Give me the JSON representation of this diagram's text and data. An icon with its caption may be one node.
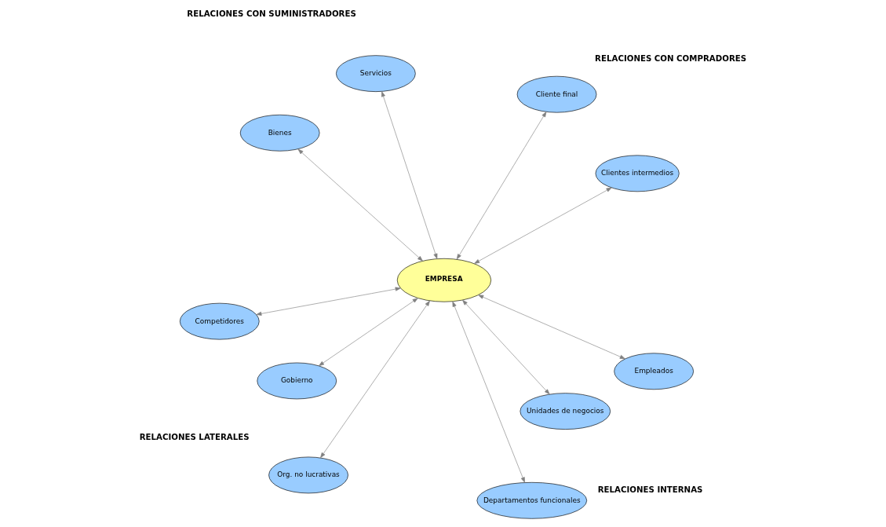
{
  "diagram": {
    "nodes": [
      {
        "text": [
          "Bienes"
        ]
      },
      {
        "text": [
          "Servicios"
        ]
      },
      {
        "text": [
          "Unidades de negocios"
        ]
      },
      {
        "text": [
          "Competidores"
        ]
      },
      {
        "text": [
          "Empleados"
        ]
      },
      {
        "text": [
          "EMPRESA"
        ]
      },
      {
        "text": [
          "Org. no lucrativas"
        ]
      },
      {
        "text": [
          "Departamentos funcionales"
        ]
      },
      {
        "text": [
          "Gobierno"
        ]
      },
      {
        "text": [
          "Clientes intermedios"
        ]
      },
      {
        "text": [
          "Cliente final"
        ]
      }
    ],
    "edges": [
      {
        "from": 5,
        "to": 0,
        "arrow": "both"
      },
      {
        "from": 5,
        "to": 1,
        "arrow": "both"
      },
      {
        "from": 5,
        "to": 2,
        "arrow": "both"
      },
      {
        "from": 5,
        "to": 4,
        "arrow": "both"
      },
      {
        "from": 5,
        "to": 7,
        "arrow": "both"
      },
      {
        "from": 5,
        "to": 3,
        "arrow": "both"
      },
      {
        "from": 5,
        "to": 6,
        "arrow": "both"
      },
      {
        "from": 5,
        "to": 8,
        "arrow": "both"
      },
      {
        "from": 5,
        "to": 9,
        "arrow": "both"
      },
      {
        "from": 5,
        "to": 10,
        "arrow": "both"
      }
    ],
    "labels": [
      "RELACIONES CON SUMINISTRADORES",
      "RELACIONES INTERNAS",
      "RELACIONES LATERALES",
      "RELACIONES CON COMPRADORES"
    ]
  }
}
